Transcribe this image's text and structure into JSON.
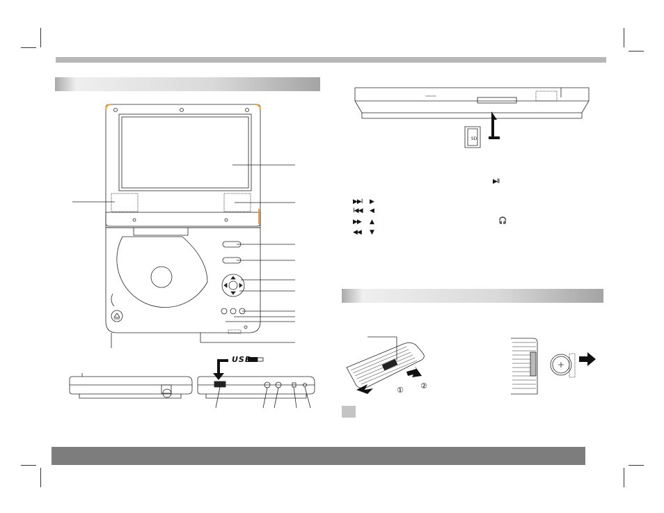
{
  "device": {
    "usb_logo_text": "USB",
    "sd_card_label": "SD",
    "brand_text": "SONSOMIC"
  },
  "controls_legend": {
    "play_pause_symbol": "▶II",
    "rows": [
      {
        "a": "▶▶I",
        "b": "▶"
      },
      {
        "a": "I◀◀",
        "b": "◀"
      },
      {
        "a": "▶▶",
        "b": "▲"
      },
      {
        "a": "◀◀",
        "b": "▼"
      }
    ],
    "headphone_symbol": "🎧"
  },
  "battery_steps": [
    "①",
    "②"
  ],
  "colors": {
    "header_bar": "#b7b7b7",
    "footer_bar": "#7d7d7d",
    "accent_orange": "#f0a040",
    "line": "#222222"
  }
}
